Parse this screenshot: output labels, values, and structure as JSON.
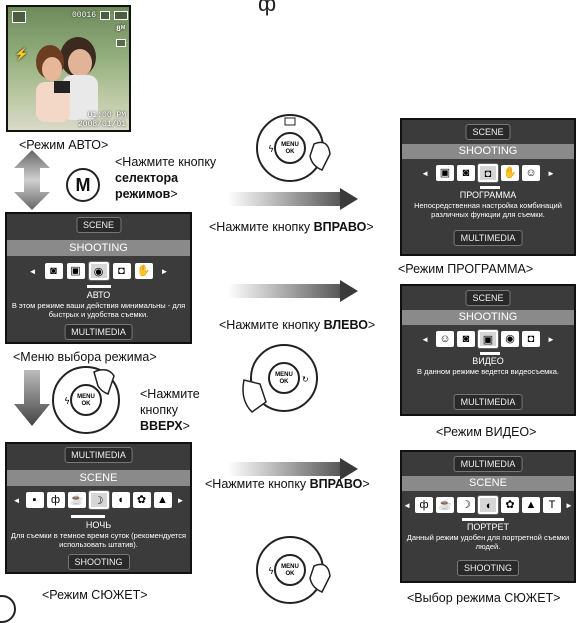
{
  "photo": {
    "counter": "00016",
    "datetime": "01:00 PM\n2008/01/01"
  },
  "left_captions": {
    "auto_mode": "<Режим АВТО>",
    "press_selector_1": "<Нажмите кнопку",
    "press_selector_2": "селектора",
    "press_selector_3": "режимов",
    "press_selector_end": ">",
    "menu_select": "<Меню выбора режима>",
    "press_up_1": "<Нажмите",
    "press_up_2": "кнопку",
    "press_up_3": "ВВЕРХ",
    "press_up_end": ">",
    "scene_mode": "<Режим СЮЖЕТ>"
  },
  "mid_captions": {
    "right1_pre": "<Нажмите кнопку ",
    "right1_bold": "ВПРАВО",
    "right1_end": ">",
    "left_pre": "<Нажмите кнопку ",
    "left_bold": "ВЛЕВО",
    "left_end": ">",
    "right2_pre": "<Нажмите кнопку ",
    "right2_bold": "ВПРАВО",
    "right2_end": ">"
  },
  "right_captions": {
    "program_mode": "<Режим ПРОГРАММА>",
    "video_mode": "<Режим ВИДЕО>",
    "scene_select": "<Выбор режима СЮЖЕТ>"
  },
  "button_label": "M",
  "dial_text": {
    "center": "MENU\nOK"
  },
  "screens": {
    "menu": {
      "top_tab": "SCENE",
      "bar": "SHOOTING",
      "icons": [
        "cam",
        "vid",
        "auto",
        "prog",
        "dis"
      ],
      "name": "АВТО",
      "desc": "В этом режиме ваши действия минимальны - для быстрых и удобства съемки.",
      "bottom_tab": "MULTIMEDIA"
    },
    "program": {
      "top_tab": "SCENE",
      "bar": "SHOOTING",
      "name": "ПРОГРАММА",
      "desc": "Непосредственная настройка комбинаций различных функции для съемки.",
      "bottom_tab": "MULTIMEDIA"
    },
    "video": {
      "top_tab": "SCENE",
      "bar": "SHOOTING",
      "name": "ВИДЕО",
      "desc": "В данном режиме ведется видеосъемка.",
      "bottom_tab": "MULTIMEDIA"
    },
    "scene": {
      "top_tab": "MULTIMEDIA",
      "bar": "SCENE",
      "name": "НОЧЬ",
      "desc": "Для съемки в темное время суток (рекомендуется использовать штатив).",
      "bottom_tab": "SHOOTING"
    },
    "scene_select": {
      "top_tab": "MULTIMEDIA",
      "bar": "SCENE",
      "name": "ПОРТРЕТ",
      "desc": "Данный режим удобен для портретной съемки людей.",
      "bottom_tab": "SHOOTING"
    }
  }
}
